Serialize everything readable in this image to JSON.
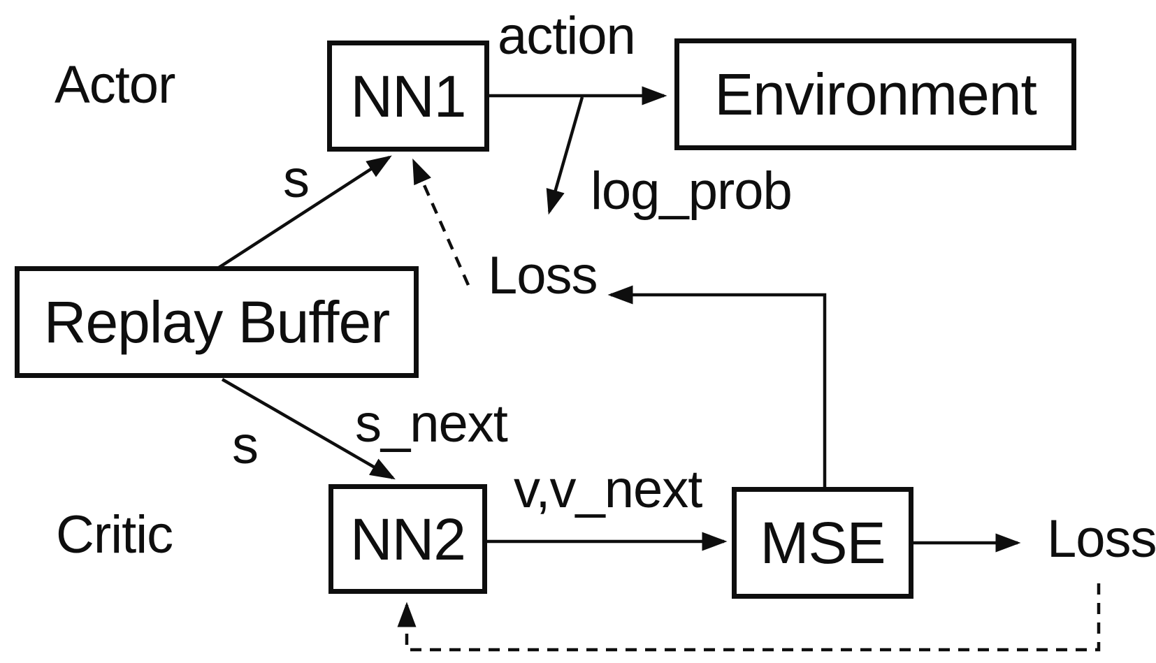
{
  "diagram": {
    "title": "Actor-Critic architecture diagram",
    "background_color": "#ffffff",
    "ink_color": "#0e0e0e",
    "boxes": {
      "nn1": "NN1",
      "environment": "Environment",
      "replay_buffer": "Replay Buffer",
      "nn2": "NN2",
      "mse": "MSE"
    },
    "labels": {
      "actor": "Actor",
      "critic": "Critic",
      "action": "action",
      "log_prob": "log_prob",
      "s_actor": "s",
      "s_critic": "s",
      "s_next": "s_next",
      "v_v_next": "v,v_next",
      "loss_actor": "Loss",
      "loss_critic": "Loss"
    }
  }
}
